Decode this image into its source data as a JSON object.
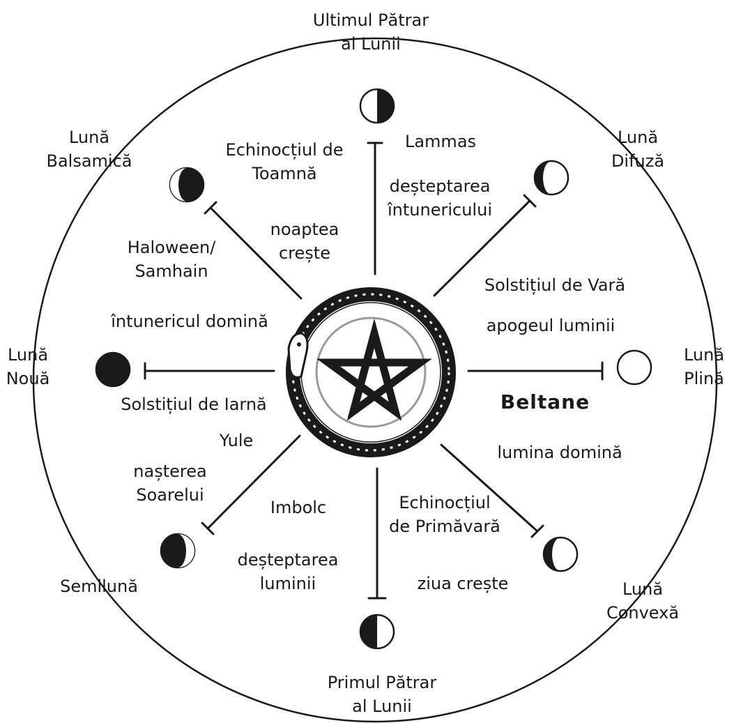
{
  "moon_phases": {
    "last_quarter": [
      "Ultimul Pătrar",
      "al Lunii"
    ],
    "balsamic": [
      "Lună",
      "Balsamică"
    ],
    "disseminating": [
      "Lună",
      "Difuză"
    ],
    "new": [
      "Lună",
      "Nouă"
    ],
    "full": [
      "Lună",
      "Plină"
    ],
    "crescent": "Semilună",
    "gibbous": [
      "Lună",
      "Convexă"
    ],
    "first_quarter": [
      "Primul Pătrar",
      "al Lunii"
    ]
  },
  "sabbats": {
    "mabon": [
      "Echinocțiul de",
      "Toamnă"
    ],
    "mabon_note": [
      "noaptea",
      "crește"
    ],
    "lammas": "Lammas",
    "lammas_note": [
      "deșteptarea",
      "întunericului"
    ],
    "samhain": [
      "Haloween/",
      "Samhain"
    ],
    "samhain_note": "întunericul domină",
    "litha": "Solstițiul de Vară",
    "litha_note": "apogeul luminii",
    "yule": "Solstițiul de Iarnă",
    "yule_name": "Yule",
    "yule_note": [
      "nașterea",
      "Soarelui"
    ],
    "beltane": "Beltane",
    "beltane_note": "lumina domină",
    "imbolc": "Imbolc",
    "imbolc_note": [
      "deșteptarea",
      "luminii"
    ],
    "ostara": [
      "Echinocțiul",
      "de Primăvară"
    ],
    "ostara_note": "ziua crește"
  },
  "colors": {
    "ink": "#1a1a1a",
    "paper": "#ffffff"
  },
  "icons": {
    "center": "pentagram-icon",
    "ring": "ouroboros-serpent-icon"
  }
}
